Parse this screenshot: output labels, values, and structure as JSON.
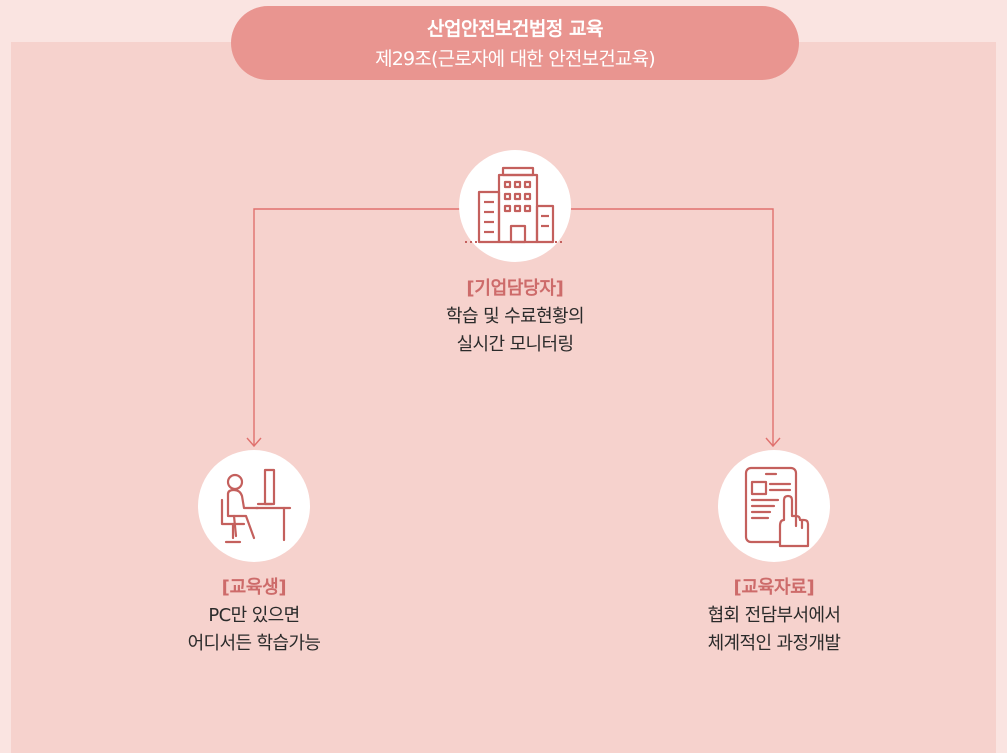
{
  "header": {
    "title": "산업안전보건법정 교육",
    "subtitle": "제29조(근로자에 대한 안전보건교육)"
  },
  "nodes": {
    "company": {
      "icon": "building-icon",
      "title": "[기업담당자]",
      "lines": [
        "학습 및 수료현황의",
        "실시간 모니터링"
      ]
    },
    "learner": {
      "icon": "person-at-computer-icon",
      "title": "[교육생]",
      "lines": [
        "PC만 있으면",
        "어디서든 학습가능"
      ]
    },
    "materials": {
      "icon": "tablet-touch-icon",
      "title": "[교육자료]",
      "lines": [
        "협회 전담부서에서",
        "체계적인 과정개발"
      ]
    }
  },
  "colors": {
    "background": "#fae4e1",
    "panel": "#f6d2cd",
    "header_pill": "#e99590",
    "accent": "#cd6b6a",
    "connector": "#e0716e"
  }
}
